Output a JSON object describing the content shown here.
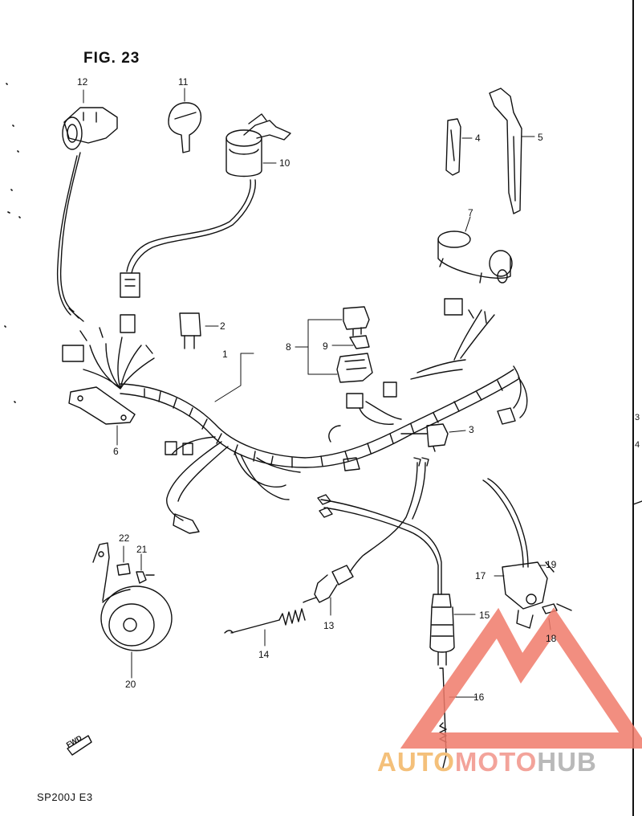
{
  "figure": {
    "title": "FIG. 23",
    "model_code": "SP200J  E3"
  },
  "callouts": [
    "1",
    "2",
    "3",
    "4",
    "5",
    "6",
    "7",
    "8",
    "9",
    "10",
    "11",
    "12",
    "13",
    "14",
    "15",
    "16",
    "17",
    "18",
    "19",
    "20",
    "21",
    "22"
  ],
  "edge_marks": [
    "3",
    "4"
  ],
  "fwd_label": "FWD",
  "watermark": {
    "part1": "AUTO",
    "part2": "MOTO",
    "part3": "HUB"
  },
  "colors": {
    "line": "#111111",
    "watermark_red": "#f07a6a",
    "watermark_orange": "#f4c07a",
    "watermark_grey": "#b9b9b9"
  }
}
